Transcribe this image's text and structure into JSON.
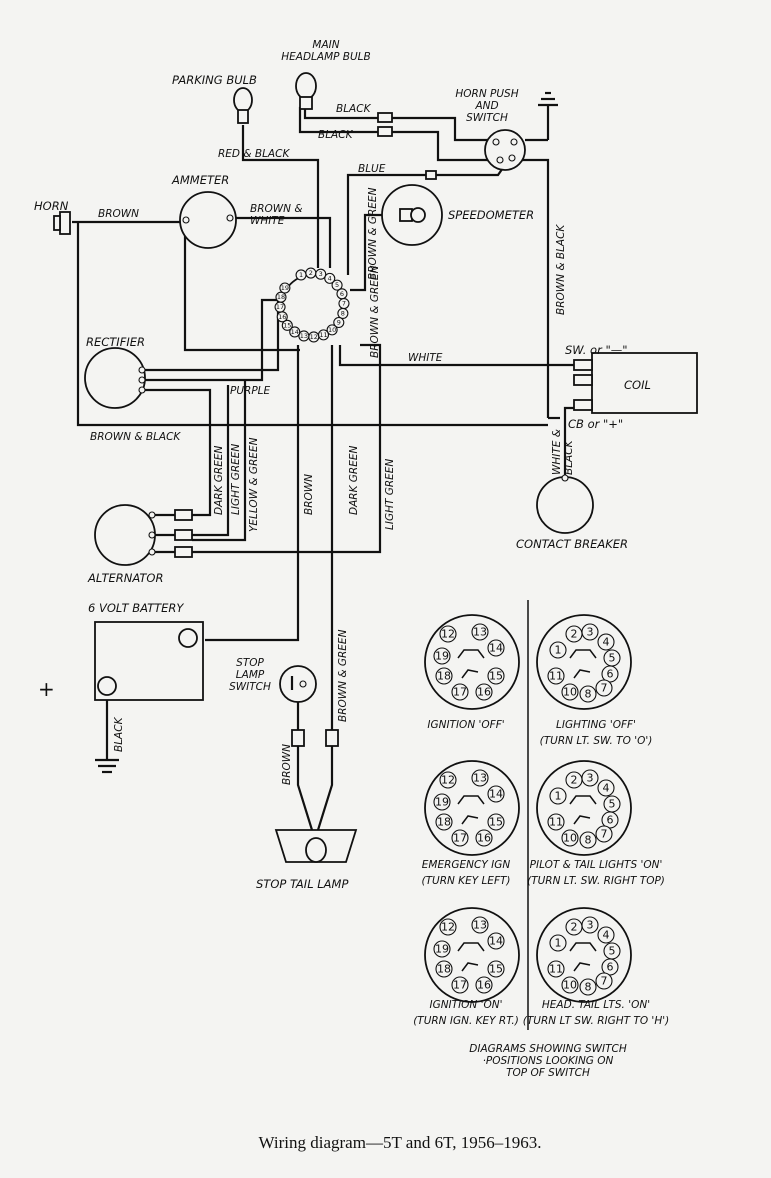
{
  "components": {
    "main_headlamp_bulb": "MAIN\nHEADLAMP BULB",
    "parking_bulb": "PARKING BULB",
    "horn_push": "HORN PUSH\nAND\nSWITCH",
    "ammeter": "AMMETER",
    "horn": "HORN",
    "speedometer": "SPEEDOMETER",
    "rectifier": "RECTIFIER",
    "coil": "COIL",
    "coil_sw": "SW. or \"—\"",
    "coil_cb": "CB or \"+\"",
    "contact_breaker": "CONTACT BREAKER",
    "alternator": "ALTERNATOR",
    "battery": "6 VOLT BATTERY",
    "plus_sign": "+",
    "stop_lamp_switch": "STOP\nLAMP\nSWITCH",
    "stop_tail_lamp": "STOP TAIL LAMP"
  },
  "wires": {
    "black1": "BLACK",
    "black2": "BLACK",
    "red_black": "RED & BLACK",
    "blue": "BLUE",
    "brown_horn": "BROWN",
    "brown_white": "BROWN &\nWHITE",
    "brown_green_sw": "BROWN & GREEN",
    "brown_green_v": "BROWN & GREEN",
    "brown_black_right": "BROWN & BLACK",
    "white": "WHITE",
    "purple": "PURPLE",
    "brown_black_left": "BROWN & BLACK",
    "dark_green1": "DARK GREEN",
    "light_green1": "LIGHT GREEN",
    "yellow_green": "YELLOW & GREEN",
    "brown_main": "BROWN",
    "dark_green2": "DARK GREEN",
    "light_green2": "LIGHT GREEN",
    "white_black": "WHITE &\nBLACK",
    "black_battery": "BLACK",
    "brown_stop": "BROWN",
    "brown_green_stop": "BROWN & GREEN"
  },
  "main_switch_pins": [
    "1",
    "2",
    "3",
    "4",
    "5",
    "6",
    "7",
    "8",
    "9",
    "10",
    "11",
    "12",
    "13",
    "14",
    "15",
    "16",
    "17",
    "18",
    "19"
  ],
  "switch_diagrams": [
    {
      "label": "IGNITION 'OFF'",
      "sub": "",
      "side": "ignition",
      "pins": [
        "12",
        "13",
        "14",
        "15",
        "16",
        "17",
        "18",
        "19"
      ]
    },
    {
      "label": "LIGHTING 'OFF'",
      "sub": "(TURN LT. SW. TO 'O')",
      "side": "lighting",
      "pins": [
        "1",
        "2",
        "3",
        "4",
        "5",
        "6",
        "7",
        "8",
        "10",
        "11"
      ]
    },
    {
      "label": "EMERGENCY IGN",
      "sub": "(TURN KEY LEFT)",
      "side": "ignition",
      "pins": [
        "12",
        "13",
        "14",
        "15",
        "16",
        "17",
        "18",
        "19"
      ]
    },
    {
      "label": "PILOT & TAIL LIGHTS 'ON'",
      "sub": "(TURN LT. SW. RIGHT TOP)",
      "side": "lighting",
      "pins": [
        "1",
        "2",
        "3",
        "4",
        "5",
        "6",
        "7",
        "8",
        "10",
        "11"
      ]
    },
    {
      "label": "IGNITION 'ON'",
      "sub": "(TURN IGN. KEY RT.)",
      "side": "ignition",
      "pins": [
        "12",
        "13",
        "14",
        "15",
        "16",
        "17",
        "18",
        "19"
      ]
    },
    {
      "label": "HEAD. TAIL LTS. 'ON'",
      "sub": "(TURN LT SW. RIGHT TO 'H')",
      "side": "lighting",
      "pins": [
        "1",
        "2",
        "3",
        "4",
        "5",
        "6",
        "7",
        "8",
        "10",
        "11"
      ]
    }
  ],
  "note": "DIAGRAMS SHOWING SWITCH\n·POSITIONS LOOKING ON\nTOP OF SWITCH",
  "caption": "Wiring diagram—5T and 6T, 1956–1963."
}
